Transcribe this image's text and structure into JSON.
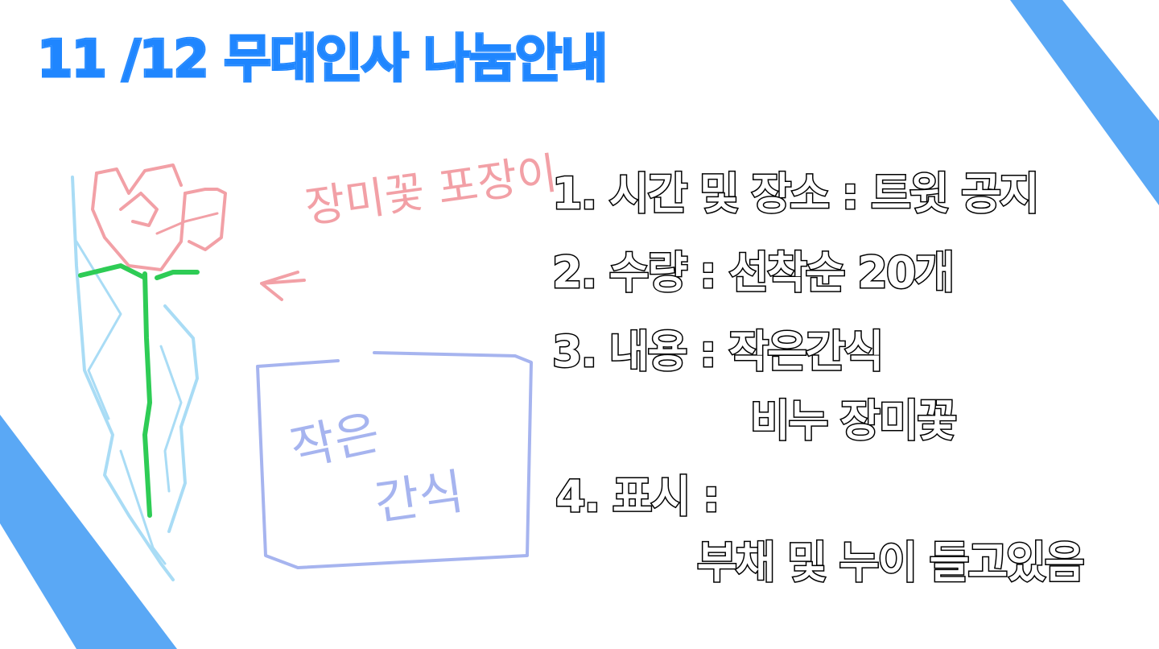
{
  "title": "11 /12 무대인사 나눔안내",
  "sketch": {
    "rose_label": "장미꽃 포장이",
    "snack_label_line1": "작은",
    "snack_label_line2": "간식"
  },
  "info": {
    "line1": "1. 시간 및 장소 : 트윗 공지",
    "line2": "2. 수량 : 선착순 20개",
    "line3": "3. 내용 : 작은간식",
    "line3b": "비누 장미꽃",
    "line4": "4. 표시 :",
    "line4b": "부채 및 누이 들고있음"
  },
  "colors": {
    "title": "#1f86ff",
    "accent_band": "#5aa8f5",
    "rose_petal": "#f2a0a6",
    "stem": "#2ecc55",
    "wrap": "#a9dcf5",
    "snack_box": "#a6b4ef"
  },
  "icons": [
    "rose-drawing",
    "arrow-left-icon",
    "snack-box-drawing"
  ]
}
